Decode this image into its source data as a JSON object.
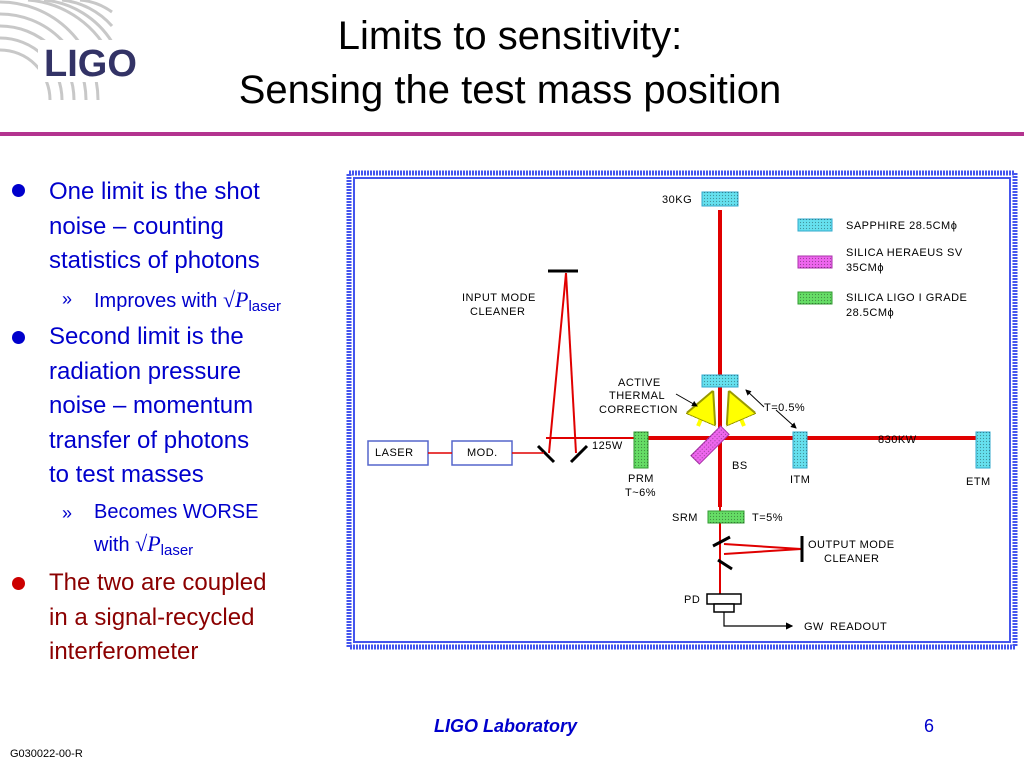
{
  "logo": {
    "text": "LIGO"
  },
  "title": {
    "line1": "Limits to sensitivity:",
    "line2": "Sensing the test mass position"
  },
  "bullets": [
    {
      "lines": [
        "One limit is the shot",
        "noise – counting",
        "statistics of photons"
      ],
      "sub": {
        "text": "Improves with ",
        "symbol": "√",
        "var": "P",
        "subscript": "laser"
      }
    },
    {
      "lines": [
        "Second limit is the",
        "radiation pressure",
        "noise – momentum",
        "transfer of photons",
        "to test masses"
      ],
      "sub": {
        "line1": "Becomes WORSE",
        "text": "with ",
        "symbol": "√",
        "var": "P",
        "subscript": "laser"
      }
    },
    {
      "lines": [
        "The two are coupled",
        "in a signal-recycled",
        "interferometer"
      ]
    }
  ],
  "diagram": {
    "labels": {
      "mass": "30KG",
      "input_mode_cleaner_1": "INPUT  MODE",
      "input_mode_cleaner_2": "CLEANER",
      "laser": "LASER",
      "mod": "MOD.",
      "power_in": "125W",
      "prm": "PRM",
      "prm_t": "T~6%",
      "active_1": "ACTIVE",
      "active_2": "THERMAL",
      "active_3": "CORRECTION",
      "itm_t": "T=0.5%",
      "bs": "BS",
      "itm": "ITM",
      "arm_power": "830KW",
      "etm": "ETM",
      "srm": "SRM",
      "srm_t": "T=5%",
      "output_mode_cleaner_1": "OUTPUT  MODE",
      "output_mode_cleaner_2": "CLEANER",
      "pd": "PD",
      "gw": "GW",
      "readout": "READOUT"
    },
    "legend": [
      {
        "line1": "SAPPHIRE   28.5CMϕ",
        "line2": "",
        "color": "#66e0ee"
      },
      {
        "line1": "SILICA   HERAEUS  SV",
        "line2": "35CMϕ",
        "color": "#ee66ee"
      },
      {
        "line1": "SILICA  LIGO  I  GRADE",
        "line2": "28.5CMϕ",
        "color": "#66dd66"
      }
    ],
    "colors": {
      "beam": "#e00000",
      "border": "#4455ee",
      "sapphire": "#66e0ee",
      "silica_sv": "#ee66ee",
      "silica_ligo": "#66dd66",
      "heating": "#ffff00"
    }
  },
  "footer": {
    "lab": "LIGO Laboratory",
    "page": "6",
    "doc": "G030022-00-R"
  }
}
